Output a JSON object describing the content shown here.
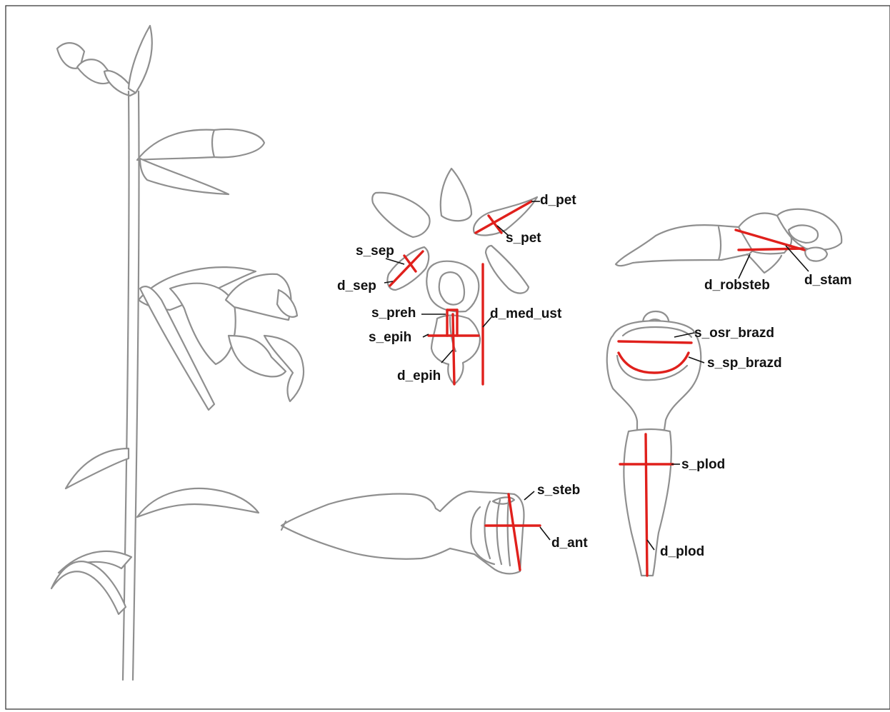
{
  "labels": {
    "d_pet": "d_pet",
    "s_pet": "s_pet",
    "s_sep": "s_sep",
    "d_sep": "d_sep",
    "s_preh": "s_preh",
    "d_med_ust": "d_med_ust",
    "s_epih": "s_epih",
    "d_epih": "d_epih",
    "d_robsteb": "d_robsteb",
    "d_stam": "d_stam",
    "s_osr_brazd": "s_osr_brazd",
    "s_sp_brazd": "s_sp_brazd",
    "s_plod": "s_plod",
    "d_plod": "d_plod",
    "s_steb": "s_steb",
    "d_ant": "d_ant"
  },
  "colors": {
    "measurement_line": "#e0201c",
    "outline": "#8f8f8f",
    "label_text": "#111111"
  }
}
